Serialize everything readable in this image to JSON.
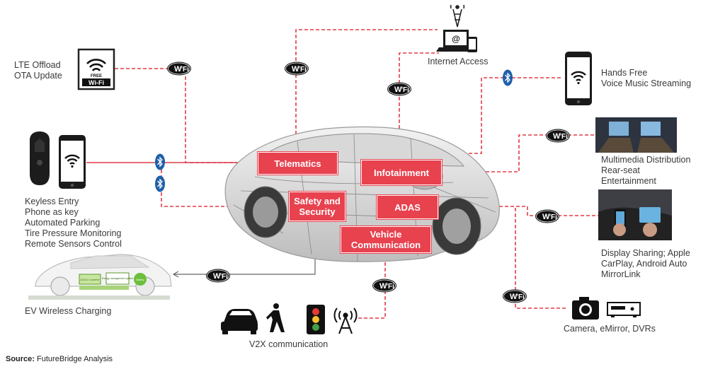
{
  "hubs": {
    "telematics": "Telematics",
    "infotainment": "Infotainment",
    "safety": [
      "Safety and",
      "Security"
    ],
    "adas": "ADAS",
    "vehicle_comm": [
      "Vehicle",
      "Communication"
    ]
  },
  "labels": {
    "lte": [
      "LTE Offload",
      "OTA Update"
    ],
    "internet": "Internet Access",
    "hands_free": [
      "Hands Free",
      "Voice Music Streaming"
    ],
    "keyless": [
      "Keyless Entry",
      "Phone as key",
      "Automated Parking",
      "Tire Pressure Monitoring",
      "Remote Sensors Control"
    ],
    "multimedia": [
      "Multimedia Distribution",
      "Rear-seat",
      "Entertainment"
    ],
    "display_sharing": [
      "Display Sharing; Apple",
      "CarPlay, Android Auto",
      "MirrorLink"
    ],
    "ev_charging": "EV Wireless Charging",
    "camera": "Camera, eMirror, DVRs",
    "v2x": "V2X communication"
  },
  "wifi_badge": {
    "text": "Wi Fi",
    "free_sign_top": "FREE",
    "free_sign_bottom": "Wi-Fi"
  },
  "ev_diagram_text": [
    "AC/DC Converter",
    "Energy management system",
    "Battery"
  ],
  "source": {
    "label": "Source:",
    "text": "FutureBridge Analysis"
  },
  "colors": {
    "accent": "#e8424f",
    "connector": "#e03b47",
    "bluetooth": "#1f5fa8",
    "text": "#3a3a3a"
  },
  "icons": [
    "wifi-free-sign-icon",
    "smartphone-icon",
    "car-key-fob-icon",
    "laptop-icon",
    "cell-tower-icon",
    "bluetooth-icon",
    "camera-icon",
    "dvr-icon",
    "car-icon",
    "pedestrian-icon",
    "traffic-light-icon",
    "antenna-icon",
    "ev-car-icon"
  ]
}
